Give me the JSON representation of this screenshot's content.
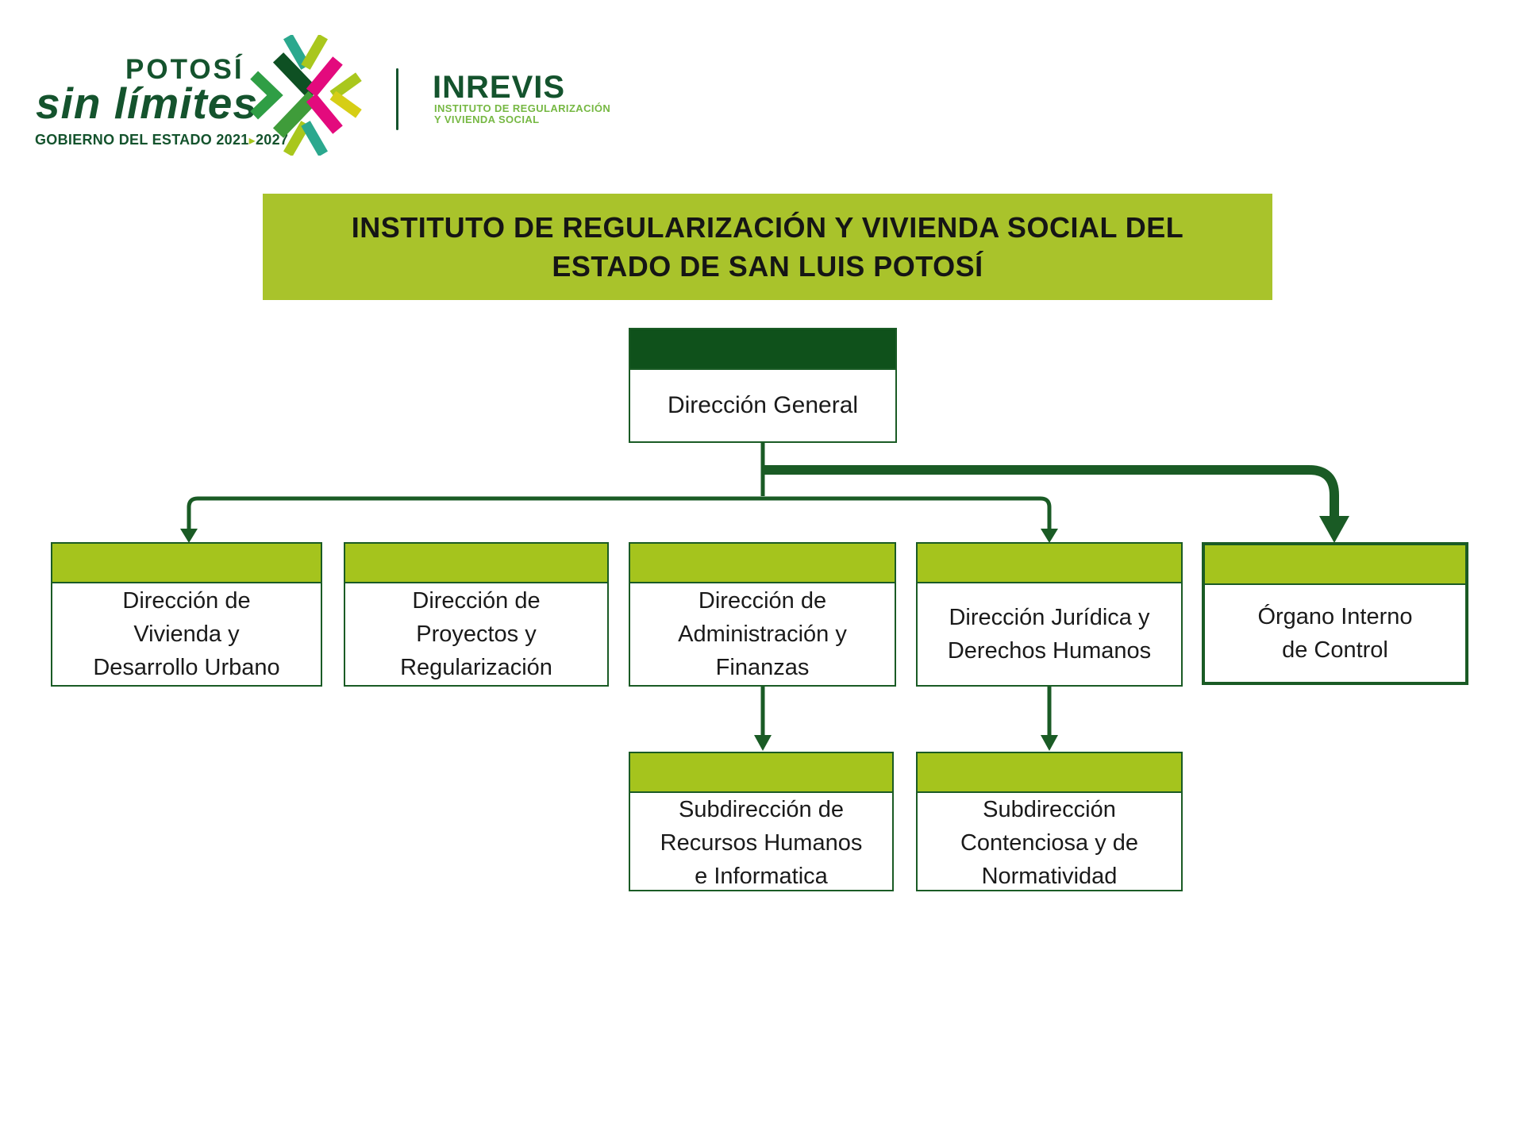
{
  "brand": {
    "potosi": "POTOSÍ",
    "sin_limites": "sin límites",
    "gobierno_text": "GOBIERNO DEL ESTADO 2021",
    "gobierno_arrow": "▸",
    "gobierno_year": "2027"
  },
  "inrevis": {
    "name": "INREVIS",
    "subtitle": "INSTITUTO DE REGULARIZACIÓN\nY VIVIENDA SOCIAL"
  },
  "banner": {
    "title": "INSTITUTO DE REGULARIZACIÓN Y VIVIENDA SOCIAL DEL\nESTADO DE SAN LUIS POTOSÍ"
  },
  "org": {
    "root": {
      "label": "Dirección General"
    },
    "level1": [
      {
        "label": "Dirección de\nVivienda y\nDesarrollo Urbano",
        "parent": "Dirección General"
      },
      {
        "label": "Dirección de\nProyectos y\nRegularización",
        "parent": "Dirección General"
      },
      {
        "label": "Dirección de\nAdministración y\nFinanzas",
        "parent": "Dirección General"
      },
      {
        "label": "Dirección Jurídica y\nDerechos Humanos",
        "parent": "Dirección General"
      },
      {
        "label": "Órgano Interno\nde Control",
        "parent": "Dirección General"
      }
    ],
    "level2": [
      {
        "label": "Subdirección de\nRecursos Humanos\ne Informatica",
        "parent": "Dirección de Administración y Finanzas"
      },
      {
        "label": "Subdirección\nContenciosa y de\nNormatividad",
        "parent": "Dirección Jurídica y Derechos Humanos"
      }
    ]
  },
  "colors": {
    "dark_green_header": "#0f511b",
    "connector_green": "#1a5b25",
    "lime_header": "#a5c41d",
    "banner_lime": "#a9c32b",
    "brand_green": "#14532d",
    "brand_light_green": "#76b843",
    "logo_pink": "#e30a7d",
    "logo_teal": "#2ba88e",
    "logo_yellow": "#d6ce15",
    "logo_mid_green": "#3f9c3a"
  }
}
